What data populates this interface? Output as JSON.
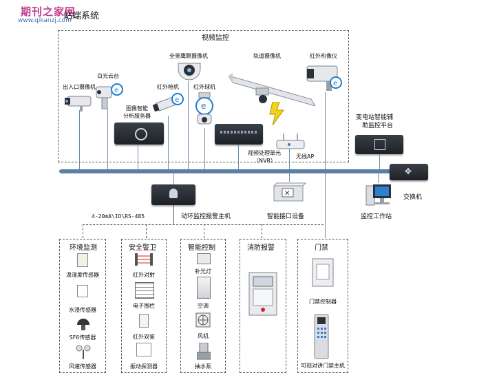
{
  "watermark": {
    "cn": "期刊之家网",
    "url": "www.qikanzj.com"
  },
  "page_title": "站端系统",
  "video_section": {
    "title": "视频监控",
    "devices": [
      "出入口摄像机",
      "白光云台",
      "图像智能",
      "分析服务器",
      "全景鹰眼摄像机",
      "红外枪机",
      "红外球机",
      "轨道摄像机",
      "红外热像仪",
      "视频处理单元",
      "（NVR）",
      "无线AP"
    ]
  },
  "platform_lines": [
    "变电站智能辅",
    "助监控平台"
  ],
  "switch_label": "交换机",
  "workstation_label": "监控工作站",
  "smart_interface_label": "智能接口设备",
  "alarm_host_label": "动环监控报警主机",
  "bus_protocol_label": "4-20mA\\IO\\RS-485",
  "groups": [
    {
      "title": "环境监测",
      "items": [
        "温湿度传感器",
        "水浸传感器",
        "SF6传感器",
        "风速传感器"
      ]
    },
    {
      "title": "安全警卫",
      "items": [
        "红外对射",
        "电子围栏",
        "红外双鉴",
        "振动探测器"
      ]
    },
    {
      "title": "智能控制",
      "items": [
        "补光灯",
        "空调",
        "风机",
        "抽水泵"
      ]
    },
    {
      "title": "消防报警",
      "items": []
    },
    {
      "title": "门禁",
      "items": [
        "门禁控制器",
        "可视对讲门禁主机"
      ]
    }
  ],
  "colors": {
    "bus": "#5b7fa6",
    "watermark_brand": "#c23b8d",
    "watermark_url": "#3a6fb7",
    "ie_icon": "#1a7fd1"
  }
}
